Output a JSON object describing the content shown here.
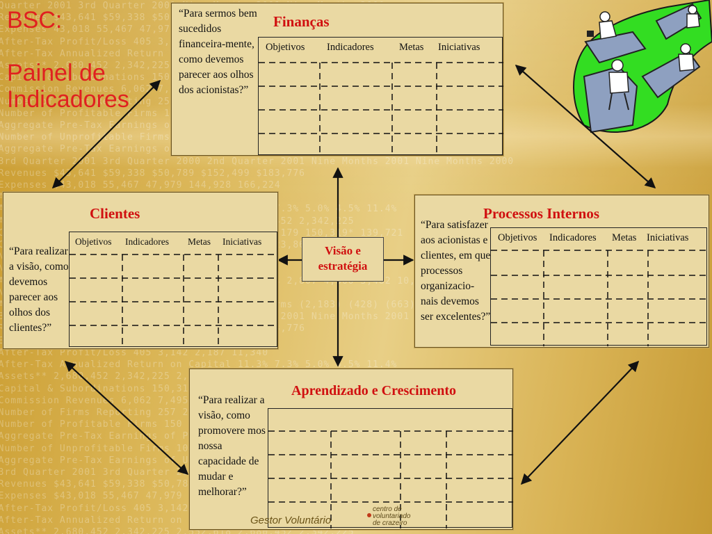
{
  "slide": {
    "title_line1": "BSC:",
    "title_line2": "Painel de",
    "title_line3": "Indicadores"
  },
  "columns": [
    "Objetivos",
    "Indicadores",
    "Metas",
    "Iniciativas"
  ],
  "perspectives": {
    "financas": {
      "title": "Finanças",
      "question": "“Para sermos bem sucedidos financeira-mente, como devemos parecer aos olhos dos acionistas?”"
    },
    "clientes": {
      "title": "Clientes",
      "question": "“Para realizar a visão, como devemos parecer aos olhos dos clientes?”"
    },
    "processos": {
      "title": "Processos Internos",
      "question": "“Para satisfazer aos acionistas e clientes, em que processos organizacio-nais devemos ser excelentes?”"
    },
    "aprendizado": {
      "title": "Aprendizado e Crescimento",
      "question": "“Para realizar a visão, como promovere mos nossa capacidade de mudar e melhorar?”"
    }
  },
  "center": {
    "label_line1": "Visão e",
    "label_line2": "estratégia"
  },
  "footer": {
    "brand": "Gestor Voluntário",
    "logo_line1": "centro de",
    "logo_line2": "voluntariado",
    "logo_line3": "de crazeiro"
  },
  "colors": {
    "title": "#e02020",
    "heading": "#d01010",
    "panel": "#ead9a3",
    "background": "#d9b355"
  },
  "icons": [
    "businessmen-on-arrows-clipart",
    "double-arrow",
    "arrow"
  ]
}
